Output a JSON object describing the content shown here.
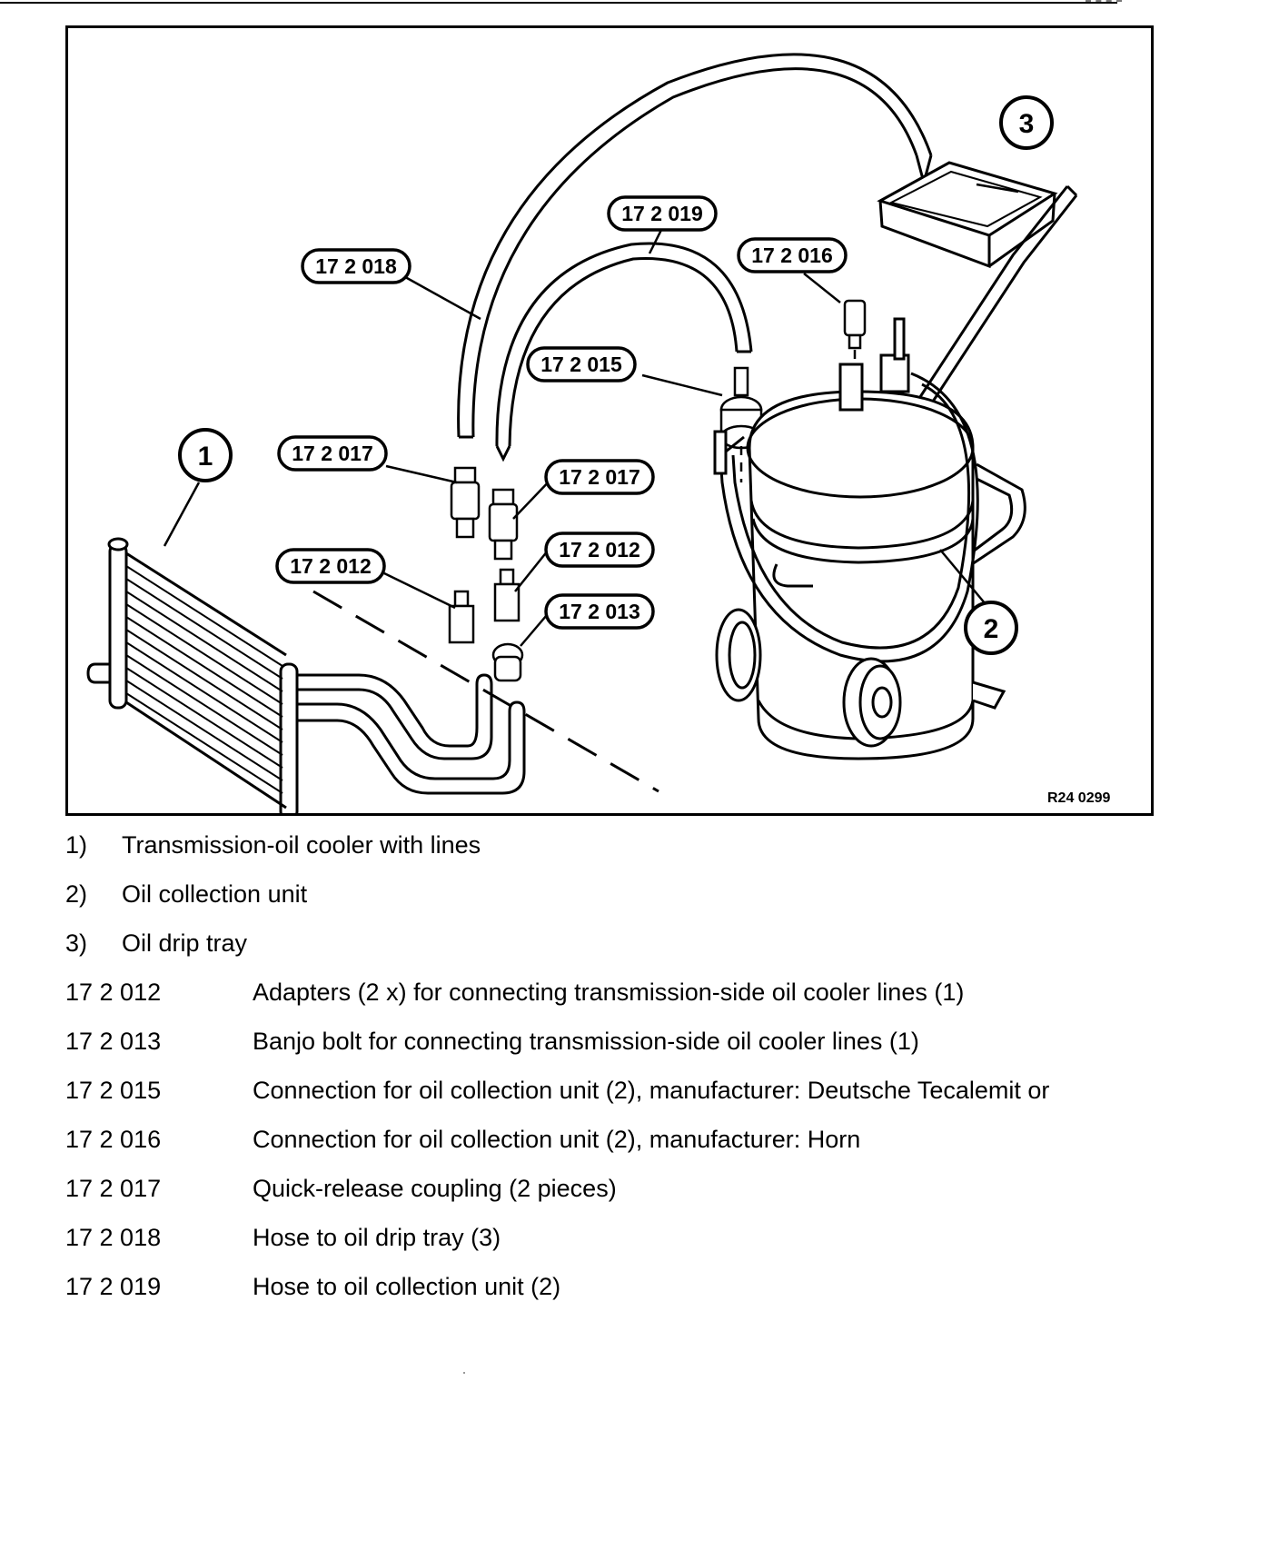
{
  "figure": {
    "figure_id": "R24 0299",
    "numbered_callouts": [
      "1",
      "2",
      "3"
    ],
    "tool_callouts": {
      "hose_tray": "17 2 018",
      "hose_unit": "17 2 019",
      "conn_horn": "17 2 016",
      "conn_tecalemit": "17 2 015",
      "coupling_left": "17 2 017",
      "coupling_right": "17 2 017",
      "adapter_left": "17 2 012",
      "adapter_right": "17 2 012",
      "banjo": "17 2 013"
    }
  },
  "legend": {
    "numbered": [
      {
        "key": "1)",
        "text": "Transmission-oil cooler with lines"
      },
      {
        "key": "2)",
        "text": "Oil collection unit"
      },
      {
        "key": "3)",
        "text": "Oil drip tray"
      }
    ],
    "tools": [
      {
        "key": "17 2 012",
        "text": "Adapters (2 x) for connecting transmission-side oil cooler lines (1)"
      },
      {
        "key": "17 2 013",
        "text": "Banjo bolt for connecting transmission-side oil cooler lines (1)"
      },
      {
        "key": "17 2 015",
        "text": "Connection for oil collection unit (2), manufacturer: Deutsche Tecalemit or"
      },
      {
        "key": "17 2 016",
        "text": "Connection for oil collection unit (2), manufacturer: Horn"
      },
      {
        "key": "17 2 017",
        "text": "Quick-release coupling (2 pieces)"
      },
      {
        "key": "17 2 018",
        "text": "Hose to oil drip tray (3)"
      },
      {
        "key": "17 2 019",
        "text": "Hose to oil collection unit (2)"
      }
    ]
  }
}
